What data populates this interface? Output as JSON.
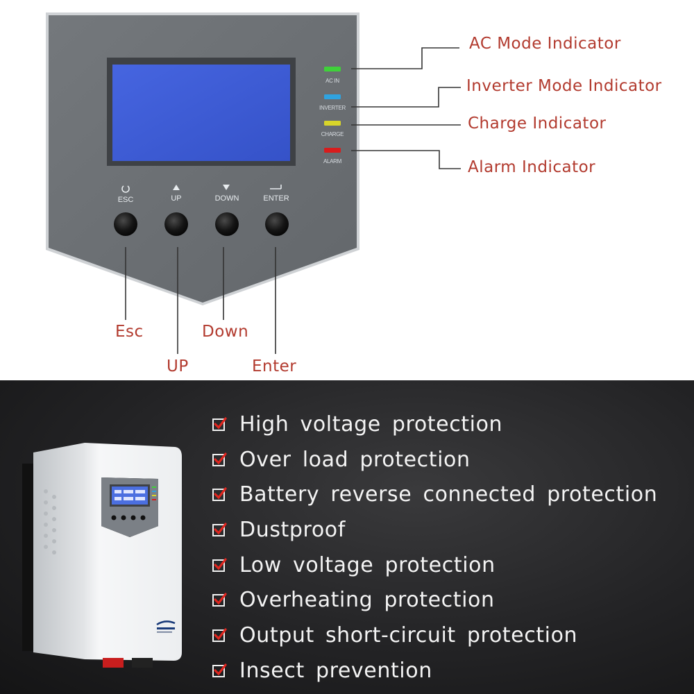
{
  "callouts": {
    "ac_mode": "AC Mode Indicator",
    "inverter_mode": "Inverter Mode Indicator",
    "charge": "Charge Indicator",
    "alarm": "Alarm Indicator",
    "esc": "Esc",
    "up": "UP",
    "down": "Down",
    "enter": "Enter"
  },
  "panel_labels": {
    "ac_in": "AC IN",
    "inverter": "INVERTER",
    "charge": "CHARGE",
    "alarm": "ALARM",
    "esc": "ESC",
    "up": "UP",
    "down": "DOWN",
    "enter": "ENTER"
  },
  "features": [
    "High voltage protection",
    "Over load protection",
    "Battery reverse connected protection",
    "Dustproof",
    "Low voltage protection",
    "Overheating protection",
    "Output short-circuit protection",
    "Insect prevention"
  ],
  "colors": {
    "callout_text": "#b23a2e",
    "panel_gray": "#6b6f73",
    "lcd_blue": "#3b5bd6",
    "led_ac": "#3fd13a",
    "led_inverter": "#2fa3e0",
    "led_charge": "#d8d52a",
    "led_alarm": "#d81c1c",
    "check_red": "#e0261f"
  }
}
